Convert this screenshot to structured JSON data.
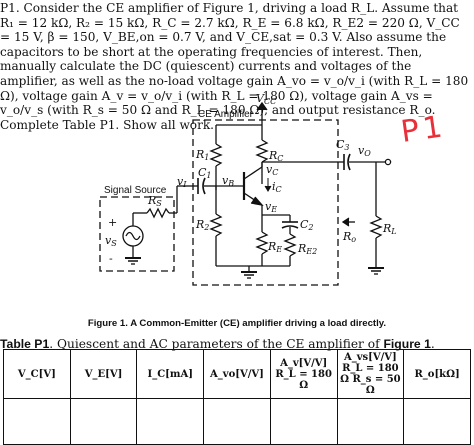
{
  "problem": {
    "text": "P1. Consider the CE amplifier of Figure 1, driving a load R_L. Assume that R₁ = 12 kΩ, R₂ = 15 kΩ, R_C = 2.7 kΩ, R_E = 6.8 kΩ, R_E2 = 220 Ω, V_CC = 15 V, β = 150, V_BE,on = 0.7 V, and V_CE,sat = 0.3 V. Also assume the capacitors to be short at the operating frequencies of interest. Then, manually calculate the DC (quiescent) currents and voltages of the amplifier, as well as the no-load voltage gain A_vo = v_o/v_i (with R_L = 180 Ω), voltage gain A_v = v_o/v_i (with R_L = 180 Ω), voltage gain A_vs = v_o/v_s (with R_s = 50 Ω and R_L = 180 Ω), and output resistance R_o. Complete Table P1. Show all work."
  },
  "figure": {
    "labels": {
      "vcc": "V",
      "vcc_sub": "CC",
      "ce_amplifier": "CE Amplifier",
      "signal_source": "Signal Source",
      "rc": "R",
      "rc_sub": "C",
      "vc": "v",
      "vc_sub": "C",
      "ic": "i",
      "ic_sub": "C",
      "c3": "C",
      "c3_sub": "3",
      "vo": "v",
      "vo_sub": "O",
      "r1": "R",
      "r1_sub": "1",
      "r2": "R",
      "r2_sub": "2",
      "c1": "C",
      "c1_sub": "1",
      "vb": "v",
      "vb_sub": "B",
      "rs": "R",
      "rs_sub": "S",
      "vi": "v",
      "vi_sub": "I",
      "ve": "v",
      "ve_sub": "E",
      "c2": "C",
      "c2_sub": "2",
      "re": "R",
      "re_sub": "E",
      "re2": "R",
      "re2_sub": "E2",
      "ro": "R",
      "ro_sub": "o",
      "rl": "R",
      "rl_sub": "L",
      "vs": "v",
      "vs_sub": "S",
      "plus": "+",
      "minus": "-"
    },
    "caption": "Figure 1. A Common-Emitter (CE) amplifier driving a load directly."
  },
  "handwritten_note": "P1",
  "table": {
    "caption_prefix": "Table P1",
    "caption_text": ". Quiescent and AC parameters of the CE amplifier of ",
    "caption_fig": "Figure 1",
    "caption_end": ".",
    "headers": [
      "V_C[V]",
      "V_E[V]",
      "I_C[mA]",
      "A_vo[V/V]",
      "A_v[V/V] R_L = 180 Ω",
      "A_vs[V/V] R_L = 180 Ω R_s = 50 Ω",
      "R_o[kΩ]"
    ],
    "rows": [
      [
        "",
        "",
        "",
        "",
        "",
        "",
        ""
      ]
    ]
  }
}
